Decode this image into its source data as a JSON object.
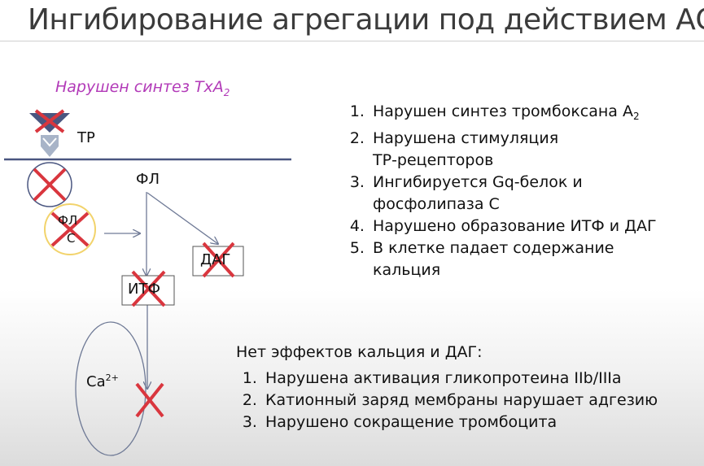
{
  "title": "Ингибирование агрегации под действием АСК",
  "subtitle": {
    "text": "Нарушен синтез TxA",
    "sub": "2"
  },
  "diagram": {
    "tp_label": "ТР",
    "fl_label": "ФЛ",
    "fl_circle_label": "ФЛ",
    "fl_circle_label2": "С",
    "dag_label": "ДАГ",
    "itf_label": "ИТФ",
    "ca_label": "Ca",
    "ca_sup": "2+"
  },
  "effects": [
    {
      "text": "Нарушен синтез тромбоксана А",
      "sub": "2"
    },
    {
      "text": "Нарушена стимуляция ТР-рецепторов"
    },
    {
      "text": "Ингибируется Gq-белок и фосфолипаза С"
    },
    {
      "text": "Нарушено образование ИТФ и ДАГ"
    },
    {
      "text": "В клетке падает содержание кальция"
    }
  ],
  "no_effects": {
    "title": "Нет эффектов кальция и ДАГ:",
    "items": [
      "Нарушена активация гликопротеина IIb/IIIa",
      "Катионный заряд мембраны нарушает адгезию",
      "Нарушено сокращение тромбоцита"
    ]
  },
  "colors": {
    "subtitle": "#b23ab8",
    "cross": "#d9363e",
    "membrane": "#4a5680",
    "receptor_top": "#4a5680",
    "receptor_bottom": "#a8b4c8",
    "plc_circle": "#f2d36b",
    "gq_circle": "#4a5680"
  }
}
